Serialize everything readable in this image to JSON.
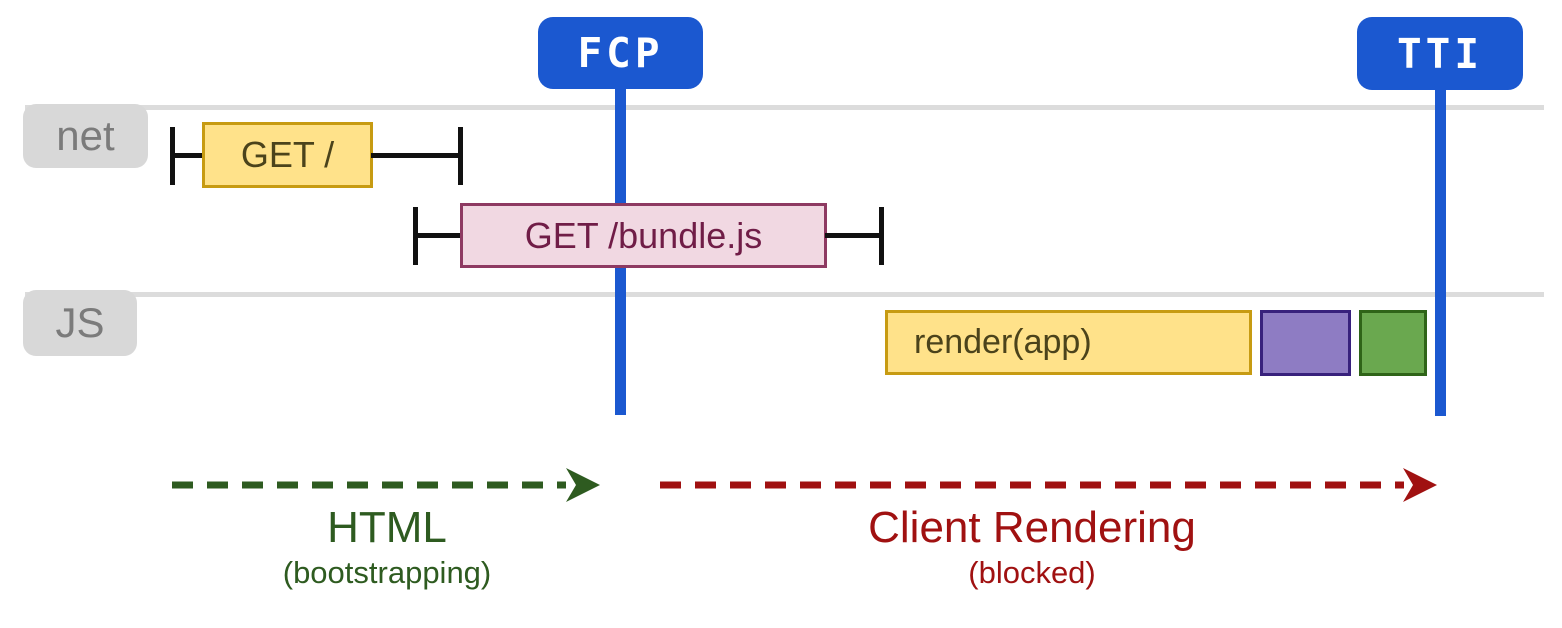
{
  "markers": {
    "fcp": "FCP",
    "tti": "TTI"
  },
  "lanes": {
    "net": "net",
    "js": "JS"
  },
  "requests": {
    "get_root": "GET /",
    "get_bundle": "GET /bundle.js"
  },
  "tasks": {
    "render": "render(app)"
  },
  "phases": {
    "html": {
      "label": "HTML",
      "sublabel": "(bootstrapping)"
    },
    "client": {
      "label": "Client Rendering",
      "sublabel": "(blocked)"
    }
  },
  "colors": {
    "marker_blue": "#1b58d0",
    "lane_gray": "#dcdcdc",
    "tag_gray": "#d8d8d8",
    "task_yellow_fill": "#ffe28a",
    "task_yellow_border": "#c79b12",
    "request_pink_fill": "#f1d8e2",
    "request_pink_border": "#8e3a62",
    "task_purple_fill": "#8e7cc3",
    "task_purple_border": "#38217c",
    "task_green_fill": "#6aa84f",
    "task_green_border": "#2f6418",
    "phase_html_green": "#2e5b20",
    "phase_client_red": "#a01111",
    "whisker_black": "#111111"
  }
}
